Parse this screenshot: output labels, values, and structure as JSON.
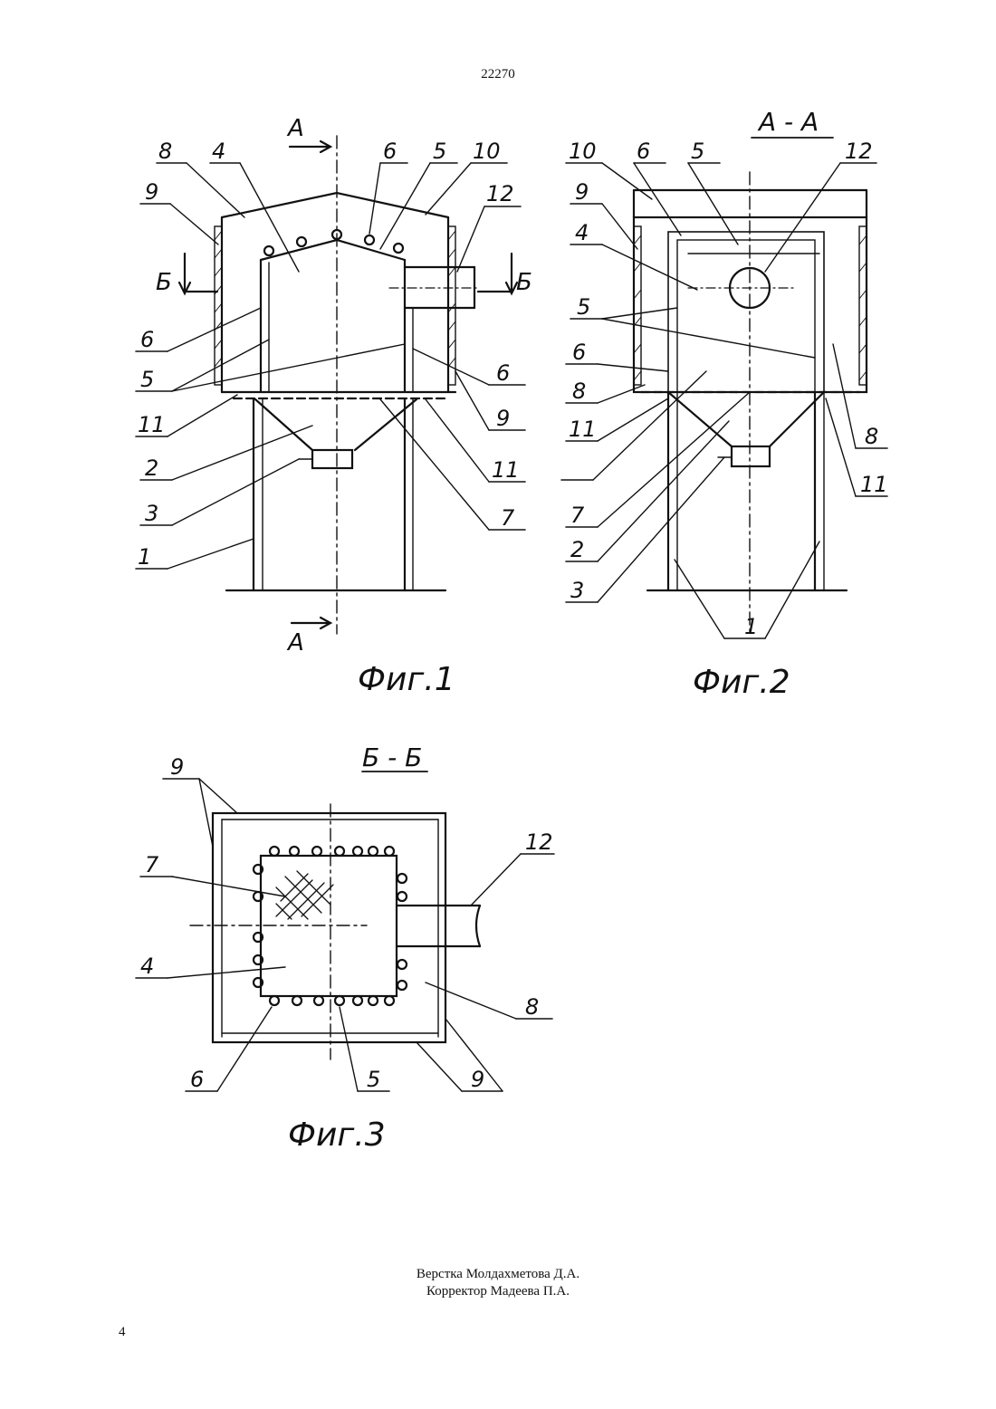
{
  "header": {
    "document_number": "22270"
  },
  "figures": {
    "fig1": {
      "caption": "Фиг.1",
      "section_mark": "А",
      "section_mark_bottom": "А",
      "cut_mark_left": "Б",
      "cut_mark_right": "Б",
      "callouts": [
        "8",
        "4",
        "9",
        "6",
        "5",
        "10",
        "12",
        "6",
        "5",
        "11",
        "2",
        "3",
        "1",
        "6",
        "9",
        "11",
        "7"
      ]
    },
    "fig2": {
      "caption": "Фиг.2",
      "title": "А - А",
      "callouts": [
        "10",
        "6",
        "5",
        "12",
        "9",
        "4",
        "5",
        "6",
        "8",
        "11",
        "7",
        "2",
        "3",
        "8",
        "11",
        "1"
      ]
    },
    "fig3": {
      "caption": "Фиг.3",
      "title": "Б - Б",
      "callouts": [
        "9",
        "7",
        "4",
        "6",
        "5",
        "9",
        "8",
        "12"
      ]
    }
  },
  "footer": {
    "layout_credit": "Верстка Молдахметова Д.А.",
    "proofreader_credit": "Корректор Мадеева П.А.",
    "page_number": "4"
  }
}
